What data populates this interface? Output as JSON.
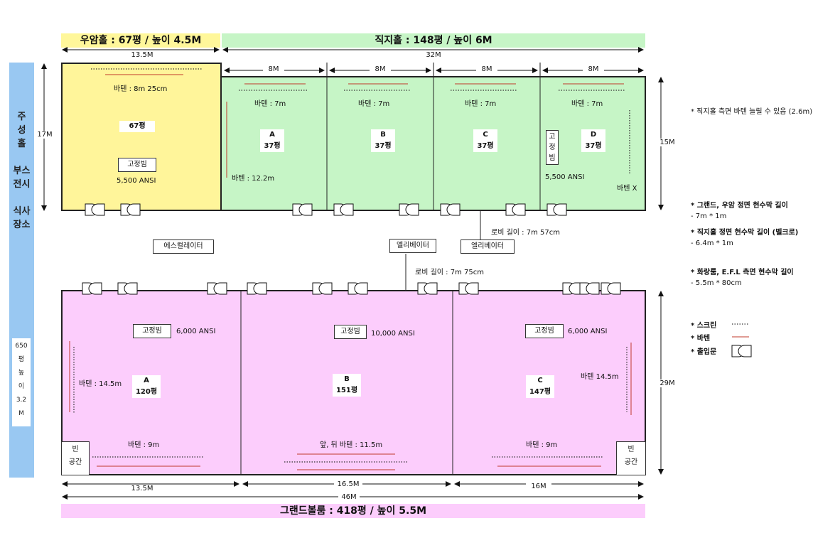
{
  "headers": {
    "wooam": "우암홀 : 67평 / 높이 4.5M",
    "jikji": "직지홀 : 148평 / 높이 6M",
    "grand": "그랜드볼룸 : 418평 / 높이 5.5M"
  },
  "colors": {
    "wooam_fill": "#fff59a",
    "jikji_fill": "#c6f5c6",
    "grand_fill": "#fccdfc",
    "left_band": "#99c8f2",
    "header_yellow": "#fff79a",
    "header_green": "#c6f5c6",
    "header_pink": "#fccdfc",
    "batten": "#c0392b"
  },
  "sidebar": {
    "top_lines": [
      "주",
      "성",
      "홀",
      "",
      "부스",
      "전시",
      "",
      "식사",
      "장소"
    ],
    "bottom_lines": [
      "650",
      "평",
      "높",
      "이",
      "3.2",
      "M"
    ]
  },
  "dims": {
    "wooam_w": "13.5M",
    "jikji_w": "32M",
    "jikji_sub": [
      "8M",
      "8M",
      "8M",
      "8M"
    ],
    "left_h": "17M",
    "right_h": "15M",
    "grand_h": "29M",
    "grand_w1": "13.5M",
    "grand_w2": "16.5M",
    "grand_w3": "16M",
    "grand_total": "46M"
  },
  "wooam": {
    "batten": "바텐 : 8m 25cm",
    "size": "67평",
    "beam": "고정빔",
    "ansi": "5,500 ANSI"
  },
  "jikji": {
    "rooms": [
      {
        "name": "A",
        "size": "37평",
        "batten": "바텐 : 7m"
      },
      {
        "name": "B",
        "size": "37평",
        "batten": "바텐 : 7m"
      },
      {
        "name": "C",
        "size": "37평",
        "batten": "바텐 : 7m"
      },
      {
        "name": "D",
        "size": "37평",
        "batten": "바텐 : 7m"
      }
    ],
    "side_batten": "바텐 : 12.2m",
    "beam_vertical": [
      "고",
      "정",
      "빔"
    ],
    "ansi": "5,500 ANSI",
    "batten_x": "바텐 X"
  },
  "lobby": {
    "escalator": "에스컬레이터",
    "elevator1": "엘리베이터",
    "elevator2": "엘리베이터",
    "lobby_upper": "로비 길이 : 7m 57cm",
    "lobby_lower": "로비 길이 : 7m 75cm"
  },
  "grand": {
    "rooms": [
      {
        "name": "A",
        "size": "120평",
        "beam": "고정빔",
        "ansi": "6,000 ANSI",
        "side_batten": "바텐 : 14.5m",
        "front_batten": "바텐 : 9m"
      },
      {
        "name": "B",
        "size": "151평",
        "beam": "고정빔",
        "ansi": "10,000 ANSI",
        "front_batten": "앞, 뒤 바텐 : 11.5m"
      },
      {
        "name": "C",
        "size": "147평",
        "beam": "고정빔",
        "ansi": "6,000 ANSI",
        "side_batten": "바텐 14.5m",
        "front_batten": "바텐 : 9m"
      }
    ],
    "empty_left": [
      "빈",
      "공간"
    ],
    "empty_right": [
      "빈",
      "공간"
    ]
  },
  "notes": {
    "n1": "* 직지홀 측면 바텐 늘릴 수 있음 (2.6m)",
    "n2": "* 그랜드, 우암 정면 현수막 길이",
    "n3": "- 7m * 1m",
    "n4": "* 직지홀 정면 현수막 길이 (벨크로)",
    "n5": "- 6.4m * 1m",
    "n6": "* 화랑룸, E.F.L 측면 현수막 길이",
    "n7": "- 5.5m * 80cm",
    "legend_screen": "* 스크린",
    "legend_batten": "* 바텐",
    "legend_door": "* 출입문"
  }
}
